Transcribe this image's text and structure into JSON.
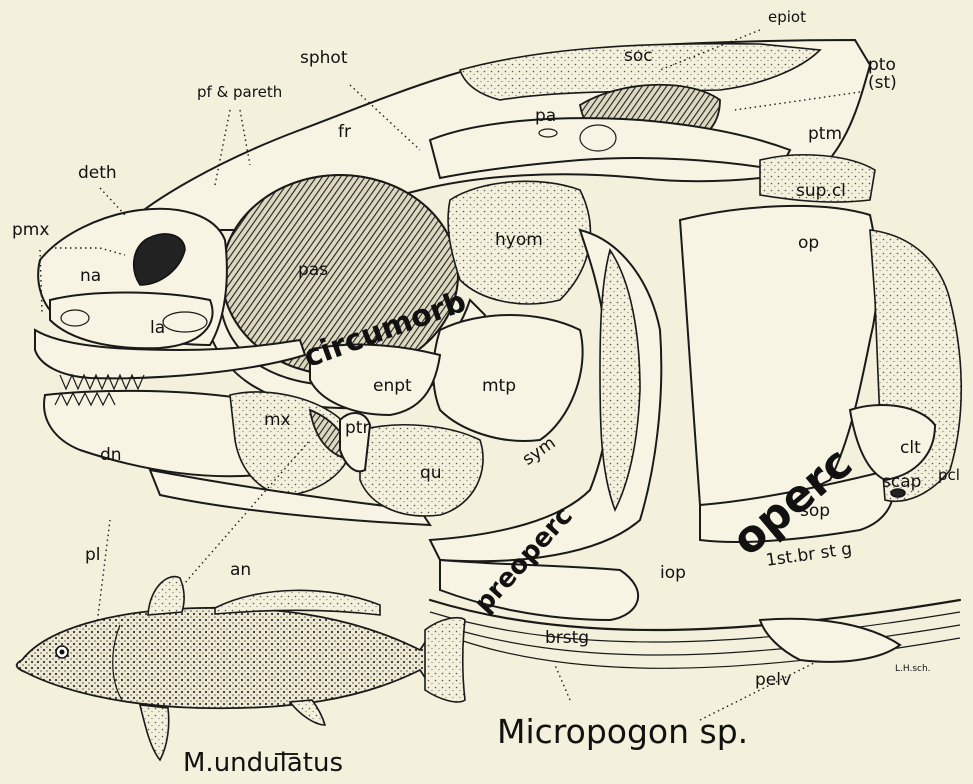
{
  "labels": {
    "soc": "soc",
    "epiot": "epiot",
    "sphot": "sphot",
    "pto": "pto",
    "st": "(st)",
    "pf_pareth": "pf & pareth",
    "pa": "pa",
    "fr": "fr",
    "ptm": "ptm",
    "deth": "deth",
    "sup_cl": "sup.cl",
    "pmx": "pmx",
    "hyom": "hyom",
    "op": "op",
    "na": "na",
    "pas": "pas",
    "la": "la",
    "circumorb": "circumorb",
    "enpt": "enpt",
    "mtp": "mtp",
    "mx": "mx",
    "ptr": "ptr",
    "dn": "dn",
    "sym": "sym",
    "qu": "qu",
    "operc": "operc",
    "clt": "clt",
    "pcl": "pcl",
    "scap": "scap",
    "preoperc": "preoperc",
    "sop": "sop",
    "pl": "pl",
    "an": "an",
    "iop": "iop",
    "first_brstg": "1st.br st g",
    "brstg": "brstg",
    "pelv": "pelv",
    "signature": "L.H.sch."
  },
  "captions": {
    "main": "Micropogon sp.",
    "inset": "M.undulatus"
  }
}
